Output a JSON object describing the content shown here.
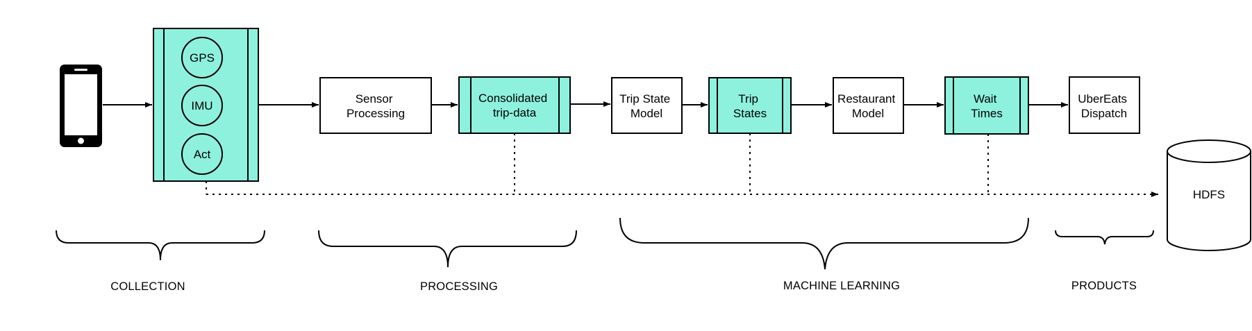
{
  "colors": {
    "accent_fill": "#8ef1dd",
    "stroke": "#000000",
    "background": "#ffffff"
  },
  "icons": {
    "phone": "smartphone-icon",
    "storage": "database-cylinder-icon"
  },
  "sensors": [
    "GPS",
    "IMU",
    "Act"
  ],
  "nodes": {
    "sensor_processing": [
      "Sensor",
      "Processing"
    ],
    "consolidated": [
      "Consolidated",
      "trip-data"
    ],
    "trip_state_model": [
      "Trip State",
      "Model"
    ],
    "trip_states": [
      "Trip",
      "States"
    ],
    "restaurant_model": [
      "Restaurant",
      "Model"
    ],
    "wait_times": [
      "Wait",
      "Times"
    ],
    "dispatch": [
      "UberEats",
      "Dispatch"
    ],
    "hdfs": "HDFS"
  },
  "stages": {
    "collection": "COLLECTION",
    "processing": "PROCESSING",
    "machine_learning": "MACHINE LEARNING",
    "products": "PRODUCTS"
  }
}
